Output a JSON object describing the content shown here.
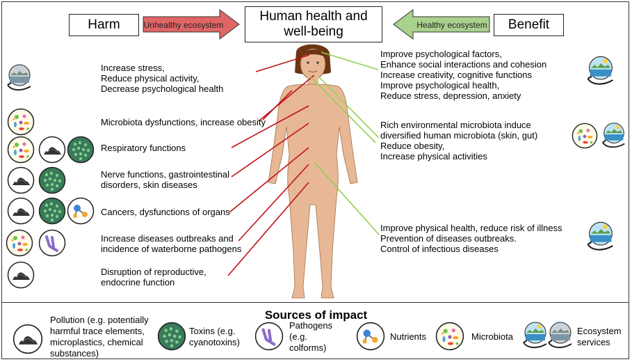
{
  "header": {
    "harm_label": "Harm",
    "unhealthy_label": "Unhealthy ecosystem",
    "center_title": "Human health and\nwell-being",
    "healthy_label": "Healthy ecosystem",
    "benefit_label": "Benefit"
  },
  "harms": [
    {
      "text": "Increase stress,\nReduce physical activity,\nDecrease psychological health",
      "icons": [
        "ecosystem-services-icon"
      ]
    },
    {
      "text": "Microbiota dysfunctions, increase obesity",
      "icons": [
        "microbiota-icon"
      ]
    },
    {
      "text": "Respiratory functions",
      "icons": [
        "microbiota-icon",
        "pollution-icon",
        "toxins-icon"
      ]
    },
    {
      "text": "Nerve functions, gastrointestinal\ndisorders, skin diseases",
      "icons": [
        "pollution-icon",
        "toxins-icon"
      ]
    },
    {
      "text": "Cancers, dysfunctions of organs",
      "icons": [
        "pollution-icon",
        "toxins-icon",
        "nutrients-icon"
      ]
    },
    {
      "text": "Increase diseases outbreaks and\nincidence of waterborne pathogens",
      "icons": [
        "microbiota-icon",
        "pathogens-icon"
      ]
    },
    {
      "text": "Disruption of reproductive,\nendocrine function",
      "icons": [
        "pollution-icon"
      ]
    }
  ],
  "benefits": [
    {
      "text": "Improve psychological factors,\nEnhance social interactions and cohesion\nIncrease creativity, cognitive functions\nImprove psychological health,\nReduce stress, depression, anxiety",
      "icons": [
        "ecosystem-services-icon"
      ]
    },
    {
      "text": "Rich environmental microbiota induce\ndiversified human microbiota (skin, gut)\nReduce obesity,\nIncrease physical activities",
      "icons": [
        "microbiota-icon",
        "ecosystem-services-icon"
      ]
    },
    {
      "text": "Improve physical health, reduce risk of illness\nPrevention of diseases outbreaks.\nControl of infectious diseases",
      "icons": [
        "ecosystem-services-icon"
      ]
    }
  ],
  "sources": {
    "title": "Sources of impact",
    "items": [
      {
        "label": "Pollution (e.g. potentially\nharmful trace elements,\nmicroplastics, chemical\nsubstances)",
        "icon": "pollution-icon"
      },
      {
        "label": "Toxins (e.g.\ncyanotoxins)",
        "icon": "toxins-icon"
      },
      {
        "label": "Pathogens\n(e.g.\ncolforms)",
        "icon": "pathogens-icon"
      },
      {
        "label": "Nutrients",
        "icon": "nutrients-icon"
      },
      {
        "label": "Microbiota",
        "icon": "microbiota-icon"
      },
      {
        "label": "Ecosystem\nservices",
        "icon": "ecosystem-services-icon"
      }
    ]
  },
  "colors": {
    "harm_line": "#c0111a",
    "benefit_line": "#92d050",
    "unhealthy_arrow": "#e06666",
    "healthy_arrow": "#a9d18e",
    "skin": "#e8b896",
    "hair": "#6b3412"
  }
}
